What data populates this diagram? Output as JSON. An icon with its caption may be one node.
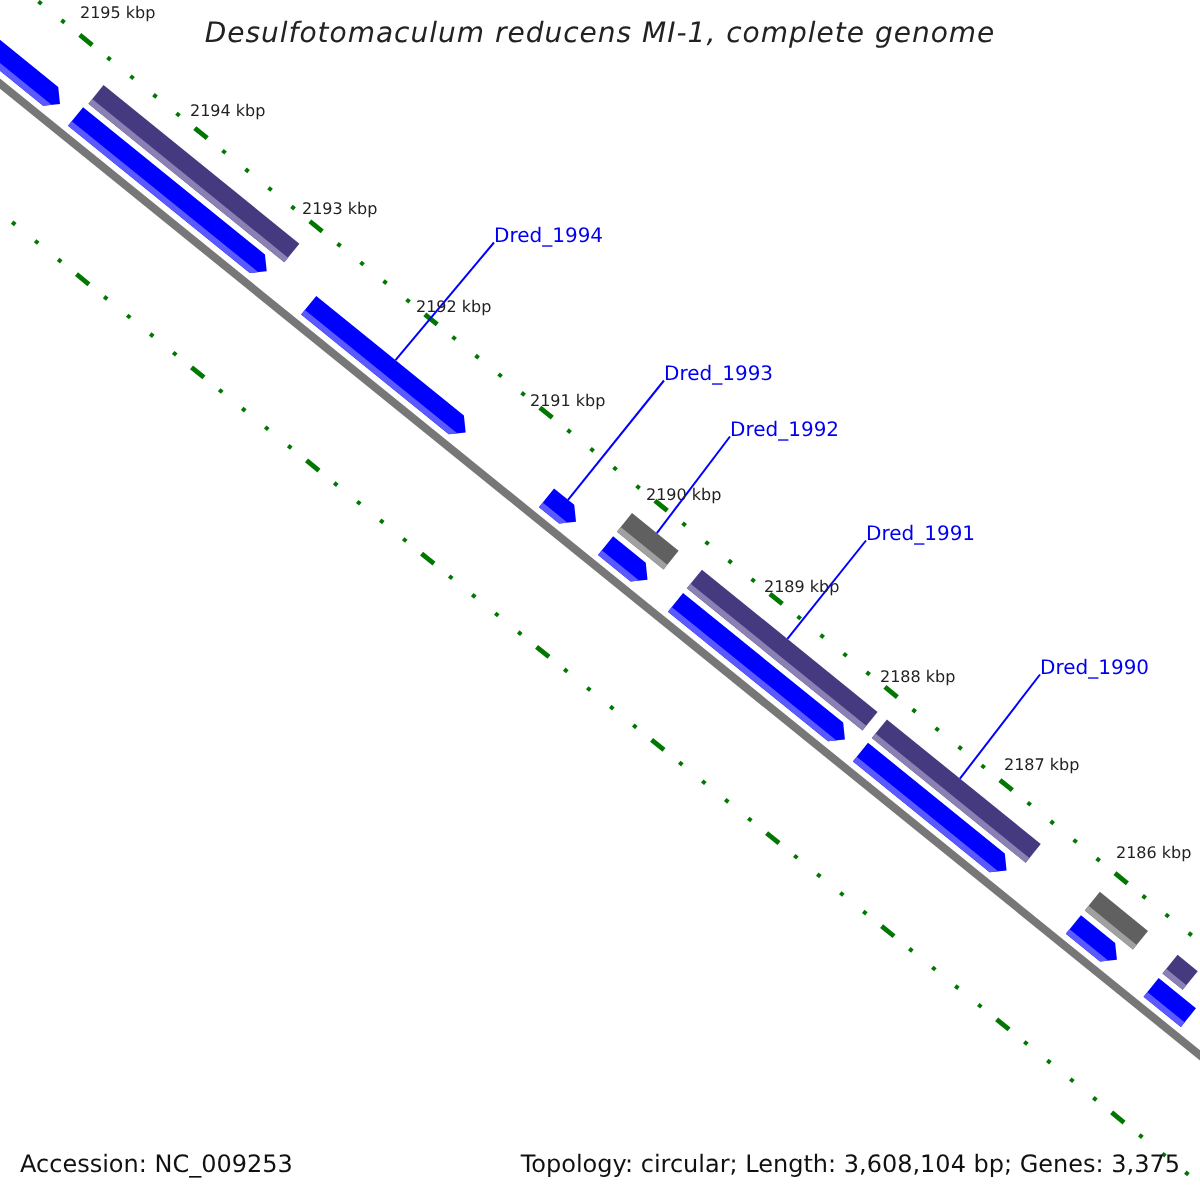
{
  "diagram": {
    "title": "Desulfotomaculum reducens MI-1, complete genome",
    "nodes": [
      {
        "text": [
          "Dred_1994"
        ]
      },
      {
        "text": [
          "Dred_1993"
        ]
      },
      {
        "text": [
          "Dred_1992"
        ]
      },
      {
        "text": [
          "Dred_1991"
        ]
      },
      {
        "text": [
          "Dred_1990"
        ]
      },
      {
        "text": [],
        "shape": "arrow"
      },
      {
        "text": [],
        "shape": "bar"
      },
      {
        "text": [],
        "shape": "arrow"
      },
      {
        "text": [],
        "shape": "arrow"
      },
      {
        "text": [],
        "shape": "arrow"
      },
      {
        "text": [],
        "shape": "bar"
      },
      {
        "text": [],
        "shape": "arrow"
      },
      {
        "text": [],
        "shape": "bar"
      },
      {
        "text": [],
        "shape": "arrow"
      },
      {
        "text": [],
        "shape": "bar"
      },
      {
        "text": [],
        "shape": "arrow"
      },
      {
        "text": [],
        "shape": "bar"
      },
      {
        "text": [],
        "shape": "arrow"
      },
      {
        "text": [],
        "shape": "bar"
      },
      {
        "text": [],
        "shape": "bar"
      }
    ],
    "edges": [
      {
        "from": 0,
        "to": 8,
        "arrow": "none"
      },
      {
        "from": 1,
        "to": 9,
        "arrow": "none"
      },
      {
        "from": 2,
        "to": 10,
        "arrow": "none"
      },
      {
        "from": 3,
        "to": 12,
        "arrow": "none"
      },
      {
        "from": 4,
        "to": 14,
        "arrow": "none"
      }
    ],
    "labels": [
      "2195 kbp",
      "2194 kbp",
      "2193 kbp",
      "2192 kbp",
      "2191 kbp",
      "2190 kbp",
      "2189 kbp",
      "2188 kbp",
      "2187 kbp",
      "2186 kbp",
      "Accession: NC_009253",
      "Topology: circular; Length: 3,608,104 bp; Genes: 3,375"
    ]
  }
}
